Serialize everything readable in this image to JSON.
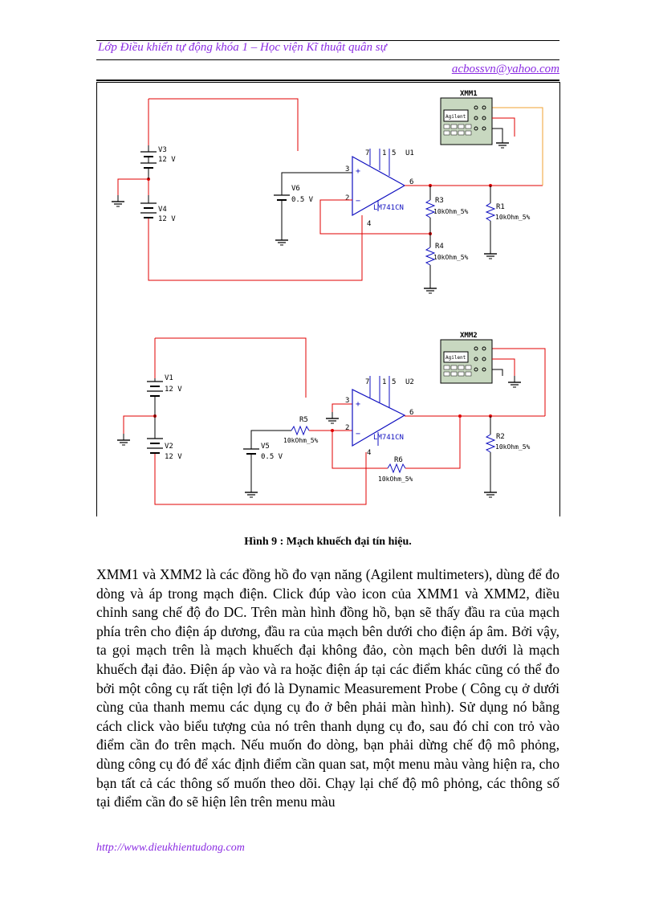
{
  "header": {
    "title": "Lớp Điều khiển tự động khóa 1 – Học viện Kĩ thuật quân sự",
    "email": "acbossvn@yahoo.com"
  },
  "figure": {
    "top_circuit": {
      "meter_label": "XMM1",
      "meter_brand": "Agilent",
      "v3": "V3",
      "v3_val": "12 V",
      "v4": "V4",
      "v4_val": "12 V",
      "v6": "V6",
      "v6_val": "0.5 V",
      "opamp": "U1",
      "opamp_model": "LM741CN",
      "r3": "R3",
      "r3_val": "10kOhm_5%",
      "r4": "R4",
      "r4_val": "10kOhm_5%",
      "r1": "R1",
      "r1_val": "10kOhm_5%",
      "pins": {
        "p7": "7",
        "p1": "1",
        "p5": "5",
        "p3": "3",
        "p2": "2",
        "p6": "6",
        "p4": "4"
      }
    },
    "bottom_circuit": {
      "meter_label": "XMM2",
      "meter_brand": "Agilent",
      "v1": "V1",
      "v1_val": "12 V",
      "v2": "V2",
      "v2_val": "12 V",
      "v5": "V5",
      "v5_val": "0.5 V",
      "opamp": "U2",
      "opamp_model": "LM741CN",
      "r5": "R5",
      "r5_val": "10kOhm_5%",
      "r6": "R6",
      "r6_val": "10kOhm_5%",
      "r2": "R2",
      "r2_val": "10kOhm_5%",
      "pins": {
        "p7": "7",
        "p1": "1",
        "p5": "5",
        "p3": "3",
        "p2": "2",
        "p6": "6",
        "p4": "4"
      }
    }
  },
  "caption": "Hình 9 : Mạch khuếch đại tín hiệu.",
  "body": "XMM1 và XMM2 là các đồng hồ đo vạn năng (Agilent multimeters), dùng để đo dòng và áp trong mạch điện. Click đúp vào icon của XMM1 và XMM2, điều chỉnh sang chế độ đo DC. Trên màn hình đồng hồ, bạn sẽ thấy đầu ra của mạch phía trên cho điện áp dương, đầu ra của mạch bên dưới cho điện áp âm. Bởi vậy, ta gọi mạch trên là mạch khuếch đại không đảo, còn mạch bên dưới là mạch khuếch đại đảo. Điện áp vào và ra hoặc điện áp tại các điểm khác cũng có thể đo bởi một công cụ rất tiện lợi đó là Dynamic Measurement Probe ( Công cụ ở dưới cùng của thanh memu các dụng cụ đo ở bên phải màn hình). Sử dụng nó bằng cách click vào biểu tượng của nó trên thanh dụng cụ đo, sau đó chỉ con trỏ vào điểm cần đo trên mạch. Nếu muốn đo dòng, bạn phải dừng chế độ mô phỏng, dùng công cụ đó để xác định điểm cần quan sat, một menu màu vàng hiện ra, cho bạn tất cả các thông số muốn theo dõi. Chạy lại chế độ mô phỏng, các thông số tại điểm cần đo sẽ hiện lên trên menu màu",
  "footer": "http://www.dieukhientudong.com",
  "colors": {
    "wire_red": "#e00000",
    "wire_orange": "#f0a030",
    "component_blue": "#1010c0",
    "link_purple": "#8a2be2"
  }
}
